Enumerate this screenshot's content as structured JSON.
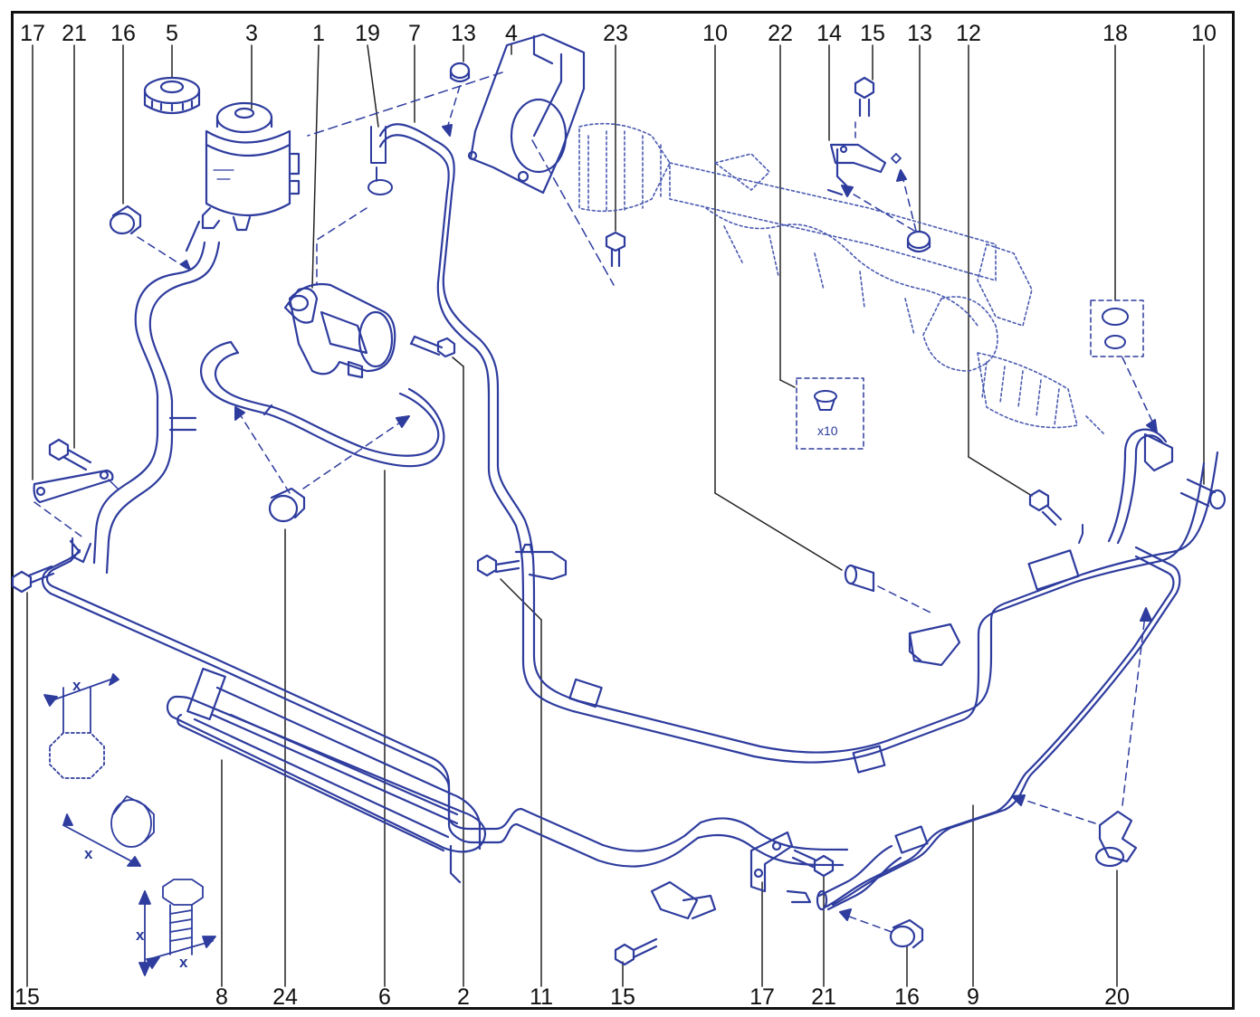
{
  "diagram": {
    "line_color": "#2e3c9e",
    "frame_color": "#111111",
    "top_labels": [
      "17",
      "21",
      "16",
      "5",
      "3",
      "1",
      "19",
      "7",
      "13",
      "4",
      "23",
      "10",
      "22",
      "14",
      "15",
      "13",
      "12",
      "18",
      "10"
    ],
    "bottom_labels": [
      "15",
      "8",
      "24",
      "6",
      "2",
      "11",
      "15",
      "17",
      "21",
      "16",
      "9",
      "20"
    ],
    "kit_label": "x10",
    "dimension_labels": [
      "x",
      "x",
      "x",
      "x"
    ]
  }
}
